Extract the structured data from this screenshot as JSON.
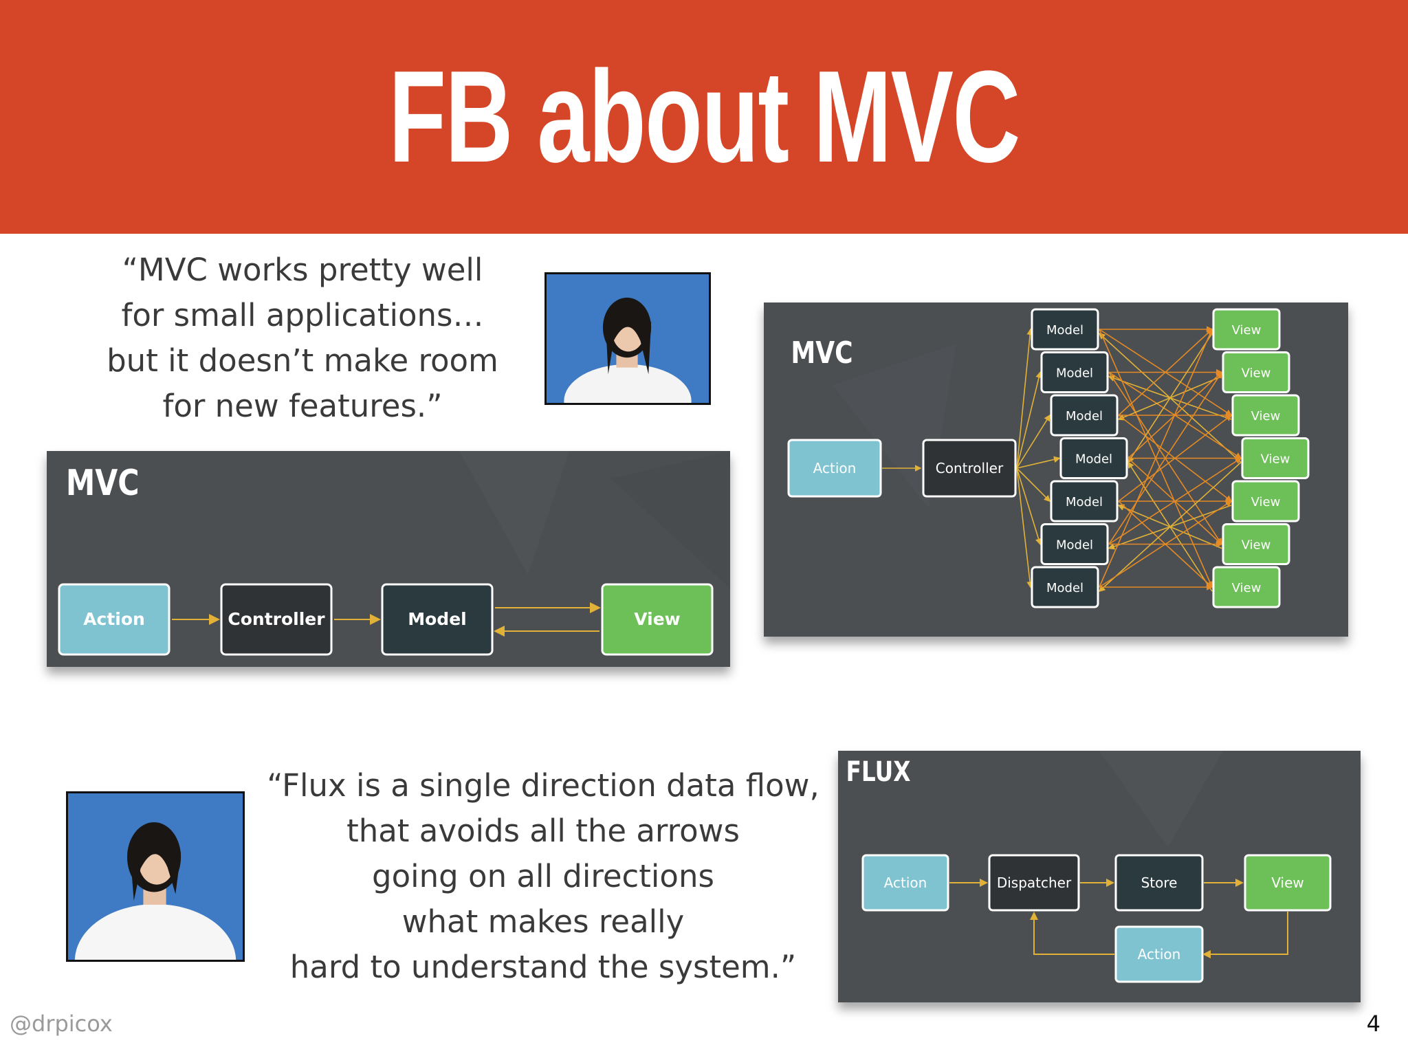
{
  "slide": {
    "title": "FB about MVC",
    "handle": "@drpicox",
    "page_number": "4",
    "accent_color": "#d54527"
  },
  "quotes": {
    "mvc": [
      "“MVC works pretty well",
      "for small applications…",
      "but it doesn’t make room",
      "for new features.”"
    ],
    "flux": [
      "“Flux is a single direction data flow,",
      "that avoids all the arrows",
      "going on all directions",
      "what makes really",
      "hard to understand the system.”"
    ]
  },
  "diagrams": {
    "mvc_simple": {
      "heading": "MVC",
      "nodes": [
        "Action",
        "Controller",
        "Model",
        "View"
      ]
    },
    "mvc_complex": {
      "heading": "MVC",
      "action": "Action",
      "controller": "Controller",
      "models": [
        "Model",
        "Model",
        "Model",
        "Model",
        "Model",
        "Model",
        "Model"
      ],
      "views": [
        "View",
        "View",
        "View",
        "View",
        "View",
        "View",
        "View"
      ]
    },
    "flux": {
      "heading": "FLUX",
      "nodes": [
        "Action",
        "Dispatcher",
        "Store",
        "View"
      ],
      "feedback_action": "Action"
    }
  },
  "colors": {
    "action_fill": "#7fc3d1",
    "controller_fill": "#2f3336",
    "model_fill": "#2b3a3f",
    "view_fill": "#6dbf58",
    "arrow_color": "#e2b238",
    "diagram_bg": "#4b4f52"
  },
  "images": {
    "speaker_photo_1": "speaker-photo",
    "speaker_photo_2": "speaker-photo"
  }
}
